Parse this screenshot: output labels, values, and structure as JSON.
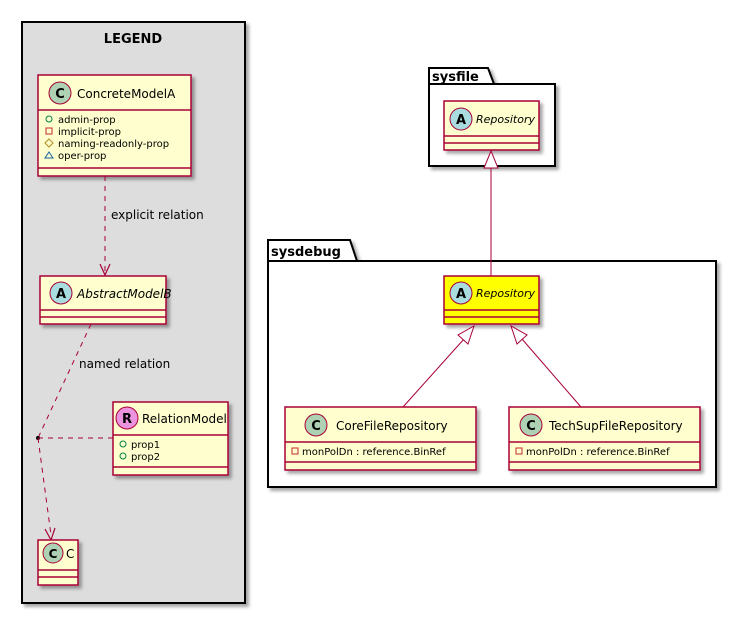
{
  "legend": {
    "title": "LEGEND",
    "concrete_model": {
      "stereotype": "C",
      "name": "ConcreteModelA",
      "props": [
        "admin-prop",
        "implicit-prop",
        "naming-readonly-prop",
        "oper-prop"
      ]
    },
    "abstract_model": {
      "stereotype": "A",
      "name": "AbstractModelB"
    },
    "relation_model": {
      "stereotype": "R",
      "name": "RelationModel",
      "props": [
        "prop1",
        "prop2"
      ]
    },
    "class_c": {
      "stereotype": "C",
      "name": "C"
    },
    "explicit_relation_label": "explicit relation",
    "named_relation_label": "named relation"
  },
  "packages": {
    "sysfile": {
      "name": "sysfile",
      "repository": {
        "stereotype": "A",
        "name": "Repository"
      }
    },
    "sysdebug": {
      "name": "sysdebug",
      "repository": {
        "stereotype": "A",
        "name": "Repository"
      },
      "core_file_repository": {
        "stereotype": "C",
        "name": "CoreFileRepository",
        "attr": "monPolDn : reference.BinRef"
      },
      "techsup_file_repository": {
        "stereotype": "C",
        "name": "TechSupFileRepository",
        "attr": "monPolDn : reference.BinRef"
      }
    }
  },
  "colors": {
    "class_fill": "#FEFECE",
    "class_border": "#A80036",
    "highlight_fill": "#FFFF00",
    "legend_fill": "#DDDDDD",
    "badge_class": "#ADD1B2",
    "badge_abstract": "#A9DCDF",
    "badge_relation": "#EB93DF"
  }
}
